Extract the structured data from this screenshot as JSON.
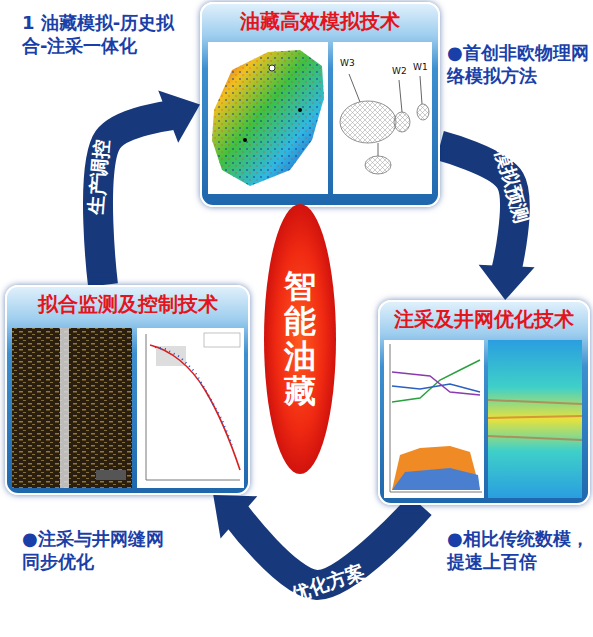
{
  "diagram": {
    "nodes": [
      {
        "text": [
          "油藏高效模拟技术"
        ]
      },
      {
        "text": [
          "注采及井网优化技术"
        ]
      },
      {
        "text": [
          "拟合监测及控制技术"
        ]
      },
      {
        "text": [
          "智能油藏"
        ]
      }
    ],
    "edges": [
      {
        "from": 0,
        "to": 1,
        "label": "模拟预测",
        "arrow": "to"
      },
      {
        "from": 1,
        "to": 2,
        "label": "优化方案",
        "arrow": "to"
      },
      {
        "from": 2,
        "to": 0,
        "label": "生产调控",
        "arrow": "to"
      }
    ],
    "labels": [
      "1 油藏模拟-历史拟合-注采一体化",
      "●首创非欧物理网络模拟方法",
      "●相比传统数模，提速上百倍",
      "●注采与井网缝网同步优化",
      "W3",
      "W2",
      "W1"
    ]
  }
}
